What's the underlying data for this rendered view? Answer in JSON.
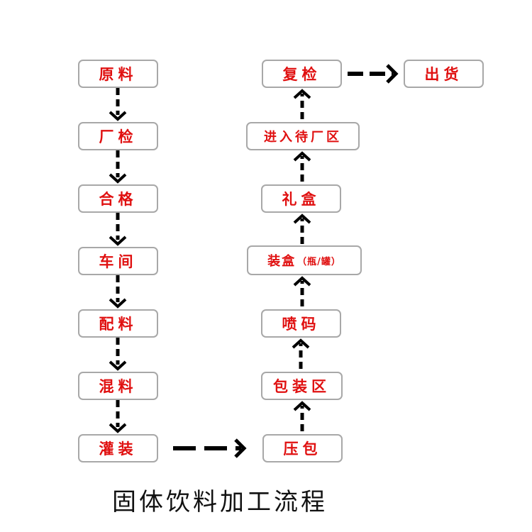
{
  "title": "固体饮料加工流程",
  "colors": {
    "text": "#e01010",
    "border": "#a8a8a8",
    "arrow": "#000000",
    "title": "#111111"
  },
  "left_column": [
    {
      "id": "raw",
      "label": "原料"
    },
    {
      "id": "inspect",
      "label": "厂检"
    },
    {
      "id": "pass",
      "label": "合格"
    },
    {
      "id": "workshop",
      "label": "车间"
    },
    {
      "id": "batching",
      "label": "配料"
    },
    {
      "id": "mixing",
      "label": "混料"
    },
    {
      "id": "filling",
      "label": "灌装"
    }
  ],
  "right_column": [
    {
      "id": "press",
      "label": "压包"
    },
    {
      "id": "pack-area",
      "label": "包装区"
    },
    {
      "id": "printing",
      "label": "喷码"
    },
    {
      "id": "boxing",
      "label": "装盒",
      "sub": "（瓶/罐）"
    },
    {
      "id": "gift-box",
      "label": "礼盒"
    },
    {
      "id": "warehouse",
      "label": "进入待厂区"
    },
    {
      "id": "recheck",
      "label": "复检"
    }
  ],
  "final": {
    "id": "ship",
    "label": "出货"
  }
}
